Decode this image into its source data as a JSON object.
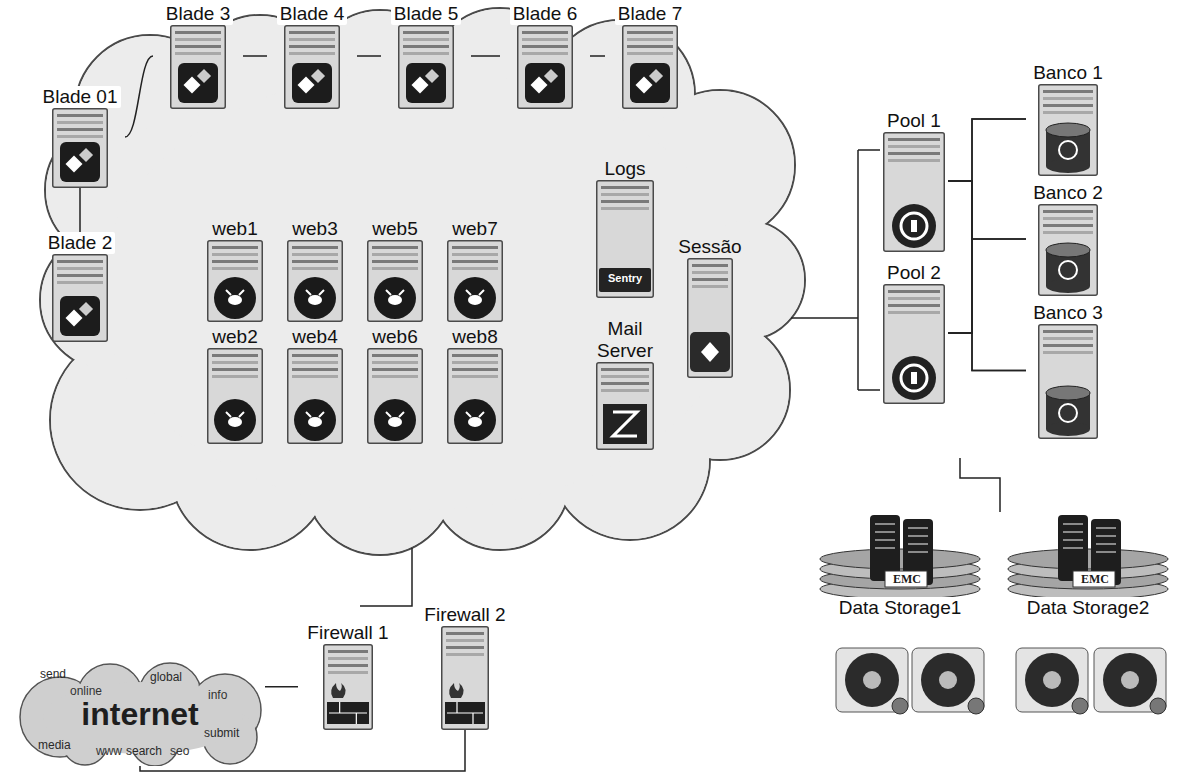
{
  "diagram": {
    "nodes": [
      {
        "text": [
          "Blade 01"
        ]
      },
      {
        "text": [
          "Blade 2"
        ]
      },
      {
        "text": [
          "Blade 3"
        ]
      },
      {
        "text": [
          "Blade 4"
        ]
      },
      {
        "text": [
          "Blade 5"
        ]
      },
      {
        "text": [
          "Blade 6"
        ]
      },
      {
        "text": [
          "Blade 7"
        ]
      },
      {
        "text": [
          "web1"
        ]
      },
      {
        "text": [
          "web3"
        ]
      },
      {
        "text": [
          "web5"
        ]
      },
      {
        "text": [
          "web7"
        ]
      },
      {
        "text": [
          "web2"
        ]
      },
      {
        "text": [
          "web4"
        ]
      },
      {
        "text": [
          "web6"
        ]
      },
      {
        "text": [
          "web8"
        ]
      },
      {
        "text": [
          "Logs"
        ]
      },
      {
        "text": [
          "Sessão"
        ]
      },
      {
        "text": [
          "Mail Server"
        ]
      },
      {
        "text": [
          "Pool 1"
        ]
      },
      {
        "text": [
          "Pool 2"
        ]
      },
      {
        "text": [
          "Banco 1"
        ]
      },
      {
        "text": [
          "Banco 2"
        ]
      },
      {
        "text": [
          "Banco 3"
        ]
      },
      {
        "text": [
          "Data Storage1"
        ]
      },
      {
        "text": [
          "Data Storage2"
        ]
      },
      {
        "text": [
          "internet"
        ]
      },
      {
        "text": [
          "Firewall 1"
        ]
      },
      {
        "text": [
          "Firewall 2"
        ]
      }
    ],
    "edges": [
      {
        "from": 0,
        "to": 1,
        "arrow": "none"
      },
      {
        "from": 0,
        "to": 2,
        "arrow": "none"
      },
      {
        "from": 2,
        "to": 3,
        "arrow": "none"
      },
      {
        "from": 3,
        "to": 4,
        "arrow": "none"
      },
      {
        "from": 4,
        "to": 5,
        "arrow": "none"
      },
      {
        "from": 5,
        "to": 6,
        "arrow": "none"
      },
      {
        "from": 18,
        "to": 20,
        "arrow": "none"
      },
      {
        "from": 18,
        "to": 21,
        "arrow": "none"
      },
      {
        "from": 18,
        "to": 22,
        "arrow": "none"
      },
      {
        "from": 19,
        "to": 20,
        "arrow": "none"
      },
      {
        "from": 19,
        "to": 21,
        "arrow": "none"
      },
      {
        "from": 19,
        "to": 22,
        "arrow": "none"
      },
      {
        "from": 25,
        "to": 26,
        "arrow": "none"
      },
      {
        "from": 25,
        "to": 27,
        "arrow": "none"
      }
    ],
    "labels": [
      "send",
      "online",
      "global",
      "info",
      "media",
      "www",
      "search",
      "seo",
      "submit",
      "Sentry",
      "EMC",
      "EMC"
    ]
  }
}
